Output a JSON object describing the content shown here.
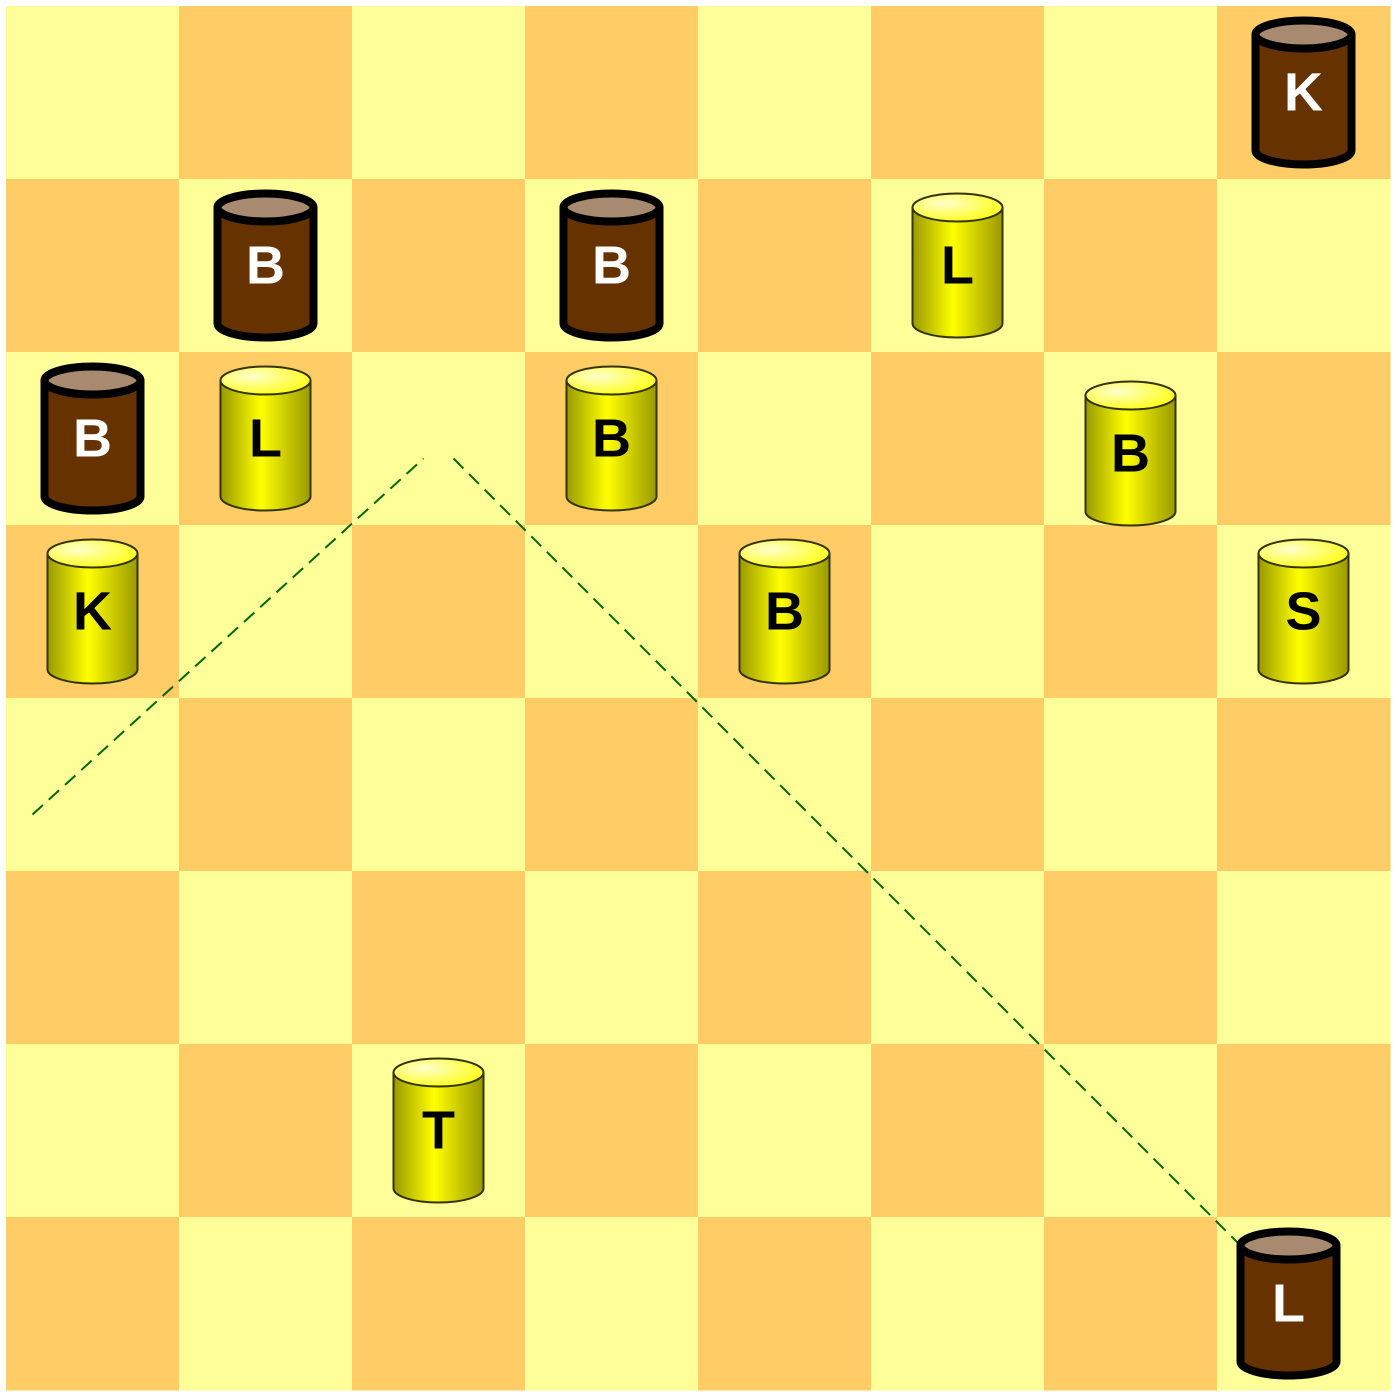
{
  "board": {
    "rows": 8,
    "cols": 8,
    "colors": {
      "light_square": "#ffff99",
      "dark_square": "#ffcc66",
      "dark_piece_body": "#663300",
      "dark_piece_top": "#a88a70",
      "dark_piece_stroke": "#000000",
      "light_piece_light": "#ffffcc",
      "light_piece_mid": "#ffff00",
      "light_piece_dark": "#999900",
      "light_piece_stroke": "#333300",
      "move_path": "#006600"
    }
  },
  "pieces": [
    {
      "label": "K",
      "side": "dark",
      "row": 0,
      "col": 7
    },
    {
      "label": "B",
      "side": "dark",
      "row": 1,
      "col": 1
    },
    {
      "label": "B",
      "side": "dark",
      "row": 1,
      "col": 3
    },
    {
      "label": "L",
      "side": "light",
      "row": 1,
      "col": 5
    },
    {
      "label": "B",
      "side": "dark",
      "row": 2,
      "col": 0
    },
    {
      "label": "L",
      "side": "light",
      "row": 2,
      "col": 1
    },
    {
      "label": "B",
      "side": "light",
      "row": 2,
      "col": 3
    },
    {
      "label": "B",
      "side": "light",
      "row": 2,
      "col": 6
    },
    {
      "label": "K",
      "side": "light",
      "row": 3,
      "col": 0
    },
    {
      "label": "B",
      "side": "light",
      "row": 3,
      "col": 4
    },
    {
      "label": "S",
      "side": "light",
      "row": 3,
      "col": 7
    },
    {
      "label": "T",
      "side": "light",
      "row": 6,
      "col": 2
    },
    {
      "label": "L",
      "side": "dark",
      "row": 7,
      "col": 7
    }
  ],
  "move_path": {
    "style": "dashed",
    "squares": [
      {
        "row": 4,
        "col": 0
      },
      {
        "row": 2,
        "col": 2
      },
      {
        "row": 7,
        "col": 7
      }
    ]
  }
}
